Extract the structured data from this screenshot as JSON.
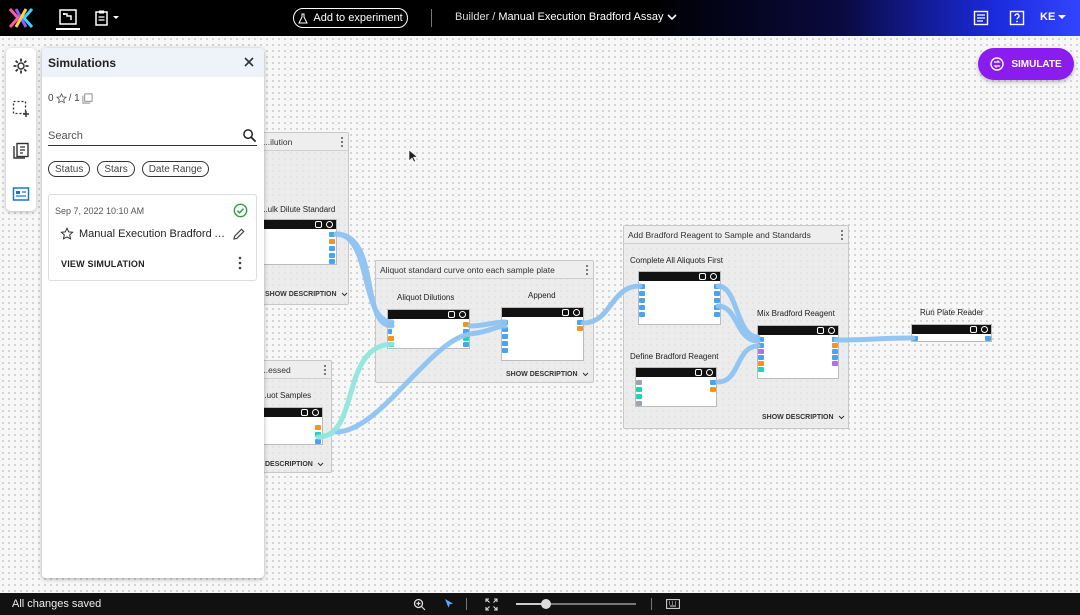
{
  "topbar": {
    "add_to_experiment": "Add to experiment",
    "breadcrumb_root": "Builder /",
    "breadcrumb_current": "Manual Execution Bradford Assay",
    "user_initials": "KE"
  },
  "simulations_panel": {
    "title": "Simulations",
    "star_count": "0",
    "total_count": "/ 1",
    "search_placeholder": "Search",
    "filters": [
      "Status",
      "Stars",
      "Date Range"
    ],
    "items": [
      {
        "date": "Sep 7, 2022 10:10 AM",
        "name": "Manual Execution Bradford Assay",
        "view_label": "VIEW SIMULATION",
        "status": "complete"
      }
    ]
  },
  "simulate_button": {
    "label": "SIMULATE"
  },
  "canvas": {
    "groups": {
      "dilution": {
        "title": "...ilution",
        "node_label": "...ulk Dilute Standard",
        "show_description": "SHOW DESCRIPTION"
      },
      "processed": {
        "title": "...essed",
        "node_label": "...uot Samples",
        "show_description": "DESCRIPTION"
      },
      "aliquot_curve": {
        "title": "Aliquot standard curve onto each sample plate",
        "show_description": "SHOW DESCRIPTION",
        "nodes": [
          "Aliquot Dilutions",
          "Append"
        ]
      },
      "bradford_reagent": {
        "title": "Add Bradford Reagent to Sample and Standards",
        "show_description": "SHOW DESCRIPTION",
        "nodes": [
          "Complete All Aliquots First",
          "Define Bradford Reagent",
          "Mix Bradford Reagent"
        ]
      }
    },
    "standalone_node": "Run Plate Reader",
    "port_colors": {
      "blue": "#4aa3f0",
      "orange": "#f39321",
      "teal": "#1dd3c0",
      "purple": "#b46ef0",
      "grey": "#9aa5b1"
    },
    "wire_colors": {
      "blue": "#8ec3f2",
      "teal": "#8fe6dd"
    }
  },
  "statusbar": {
    "saved_text": "All changes saved",
    "zoom_level": 0.25
  },
  "colors": {
    "accent": "#8a1cf0",
    "success": "#2e9e44"
  }
}
